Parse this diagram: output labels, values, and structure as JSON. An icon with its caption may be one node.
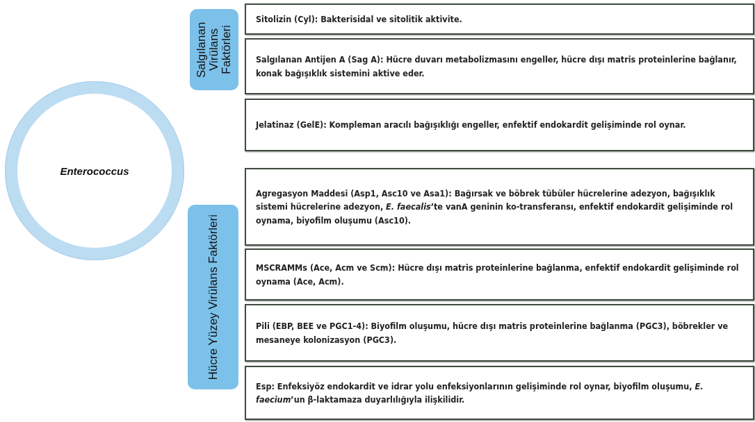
{
  "diagram": {
    "nodes": [
      {
        "text": [
          "Enterococcus"
        ]
      },
      {
        "text": [
          "Salgılanan Virülans Faktörleri"
        ]
      },
      {
        "text": [
          "Sitolizin (Cyl): Bakterisidal ve sitolitik aktivite."
        ]
      },
      {
        "text": [
          "Salgılanan Antijen A (Sag A): Hücre duvarı metabolizmasını engeller, hücre dışı matris proteinlerine bağlanır, konak bağışıklık sistemini aktive eder."
        ]
      },
      {
        "text": [
          "Jelatinaz (GelE): Kompleman aracılı bağışıklığı engeller, enfektif endokardit gelişiminde rol oynar."
        ]
      },
      {
        "text": [
          "Hücre Yüzey Virülans Faktörleri"
        ]
      },
      {
        "text": [
          "Agregasyon Maddesi (Asp1, Asc10 ve Asa1): Bağırsak ve böbrek tübüler hücrelerine adezyon, bağışıklık sistemi hücrelerine adezyon, *E. faecalis*’te vanA geninin ko-transferansı, enfektif endokardit gelişiminde rol oynama, biyofilm oluşumu (Asc10)."
        ]
      },
      {
        "text": [
          "MSCRAMMs (Ace, Acm ve Scm): Hücre dışı matris proteinlerine bağlanma, enfektif endokardit gelişiminde rol oynama (Ace, Acm)."
        ]
      },
      {
        "text": [
          "Pili (EBP, BEE ve PGC1-4): Biyofilm oluşumu, hücre dışı matris proteinlerine bağlanma (PGC3), böbrekler ve mesaneye kolonizasyon (PGC3)."
        ]
      },
      {
        "text": [
          "Esp: Enfeksiyöz endokardit ve idrar yolu enfeksiyonlarının gelişiminde rol oynar, biyofilm oluşumu, *E. faecium*’un β-laktamaza duyarlılığıyla ilişkilidir."
        ]
      }
    ]
  }
}
